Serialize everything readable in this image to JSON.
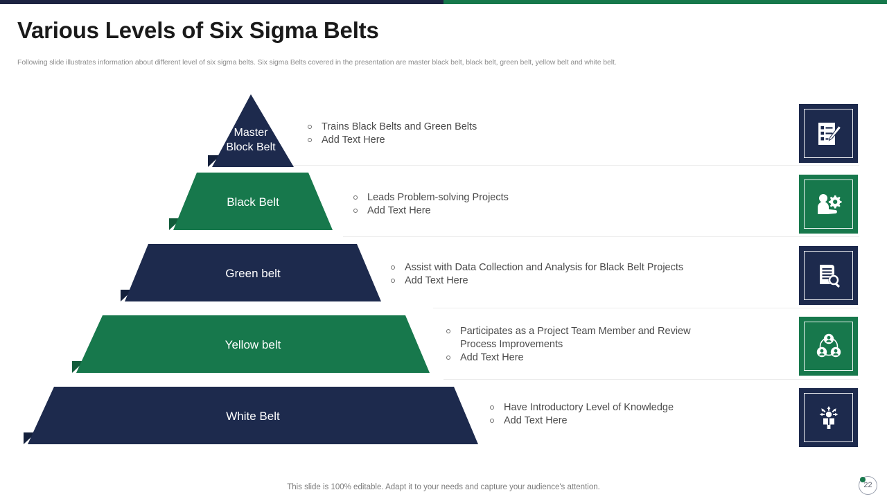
{
  "top_bar": {
    "left_color": "#1d2342",
    "right_color": "#16784b"
  },
  "header": {
    "title": "Various Levels of Six Sigma Belts",
    "subtitle": "Following slide illustrates information about different level of six sigma belts. Six sigma Belts covered in the presentation are master black belt, black belt, green belt, yellow belt and white belt."
  },
  "colors": {
    "navy": "#1d2a4d",
    "green": "#17784c",
    "navy_shadow": "#14203c",
    "green_shadow": "#115c3a"
  },
  "levels": [
    {
      "id": "master-black-belt",
      "label_line1": "Master",
      "label_line2": "Block Belt",
      "color": "#1d2a4d",
      "shadow_color": "#14203c",
      "bullets": [
        "Trains Black Belts and Green Belts",
        "Add Text Here"
      ],
      "icon": "checklist-pencil-icon",
      "tile_color": "#1d2a4d"
    },
    {
      "id": "black-belt",
      "label_line1": "Black Belt",
      "label_line2": "",
      "color": "#17784c",
      "shadow_color": "#115c3a",
      "bullets": [
        "Leads Problem-solving Projects",
        "Add Text Here"
      ],
      "icon": "person-gears-icon",
      "tile_color": "#17784c"
    },
    {
      "id": "green-belt",
      "label_line1": "Green belt",
      "label_line2": "",
      "color": "#1d2a4d",
      "shadow_color": "#14203c",
      "bullets": [
        "Assist with Data Collection and Analysis for Black Belt Projects",
        "Add Text Here"
      ],
      "icon": "document-search-icon",
      "tile_color": "#1d2a4d"
    },
    {
      "id": "yellow-belt",
      "label_line1": "Yellow belt",
      "label_line2": "",
      "color": "#17784c",
      "shadow_color": "#115c3a",
      "bullets": [
        "Participates as a Project Team Member and Review Process Improvements",
        "Add Text Here"
      ],
      "icon": "team-circle-icon",
      "tile_color": "#17784c"
    },
    {
      "id": "white-belt",
      "label_line1": "White Belt",
      "label_line2": "",
      "color": "#1d2a4d",
      "shadow_color": "#14203c",
      "bullets": [
        "Have Introductory Level of Knowledge",
        "Add Text Here"
      ],
      "icon": "person-reading-knowledge-icon",
      "tile_color": "#1d2a4d"
    }
  ],
  "footer": {
    "note": "This slide is 100% editable. Adapt it to your needs and capture your audience's attention.",
    "page_number": "22"
  }
}
